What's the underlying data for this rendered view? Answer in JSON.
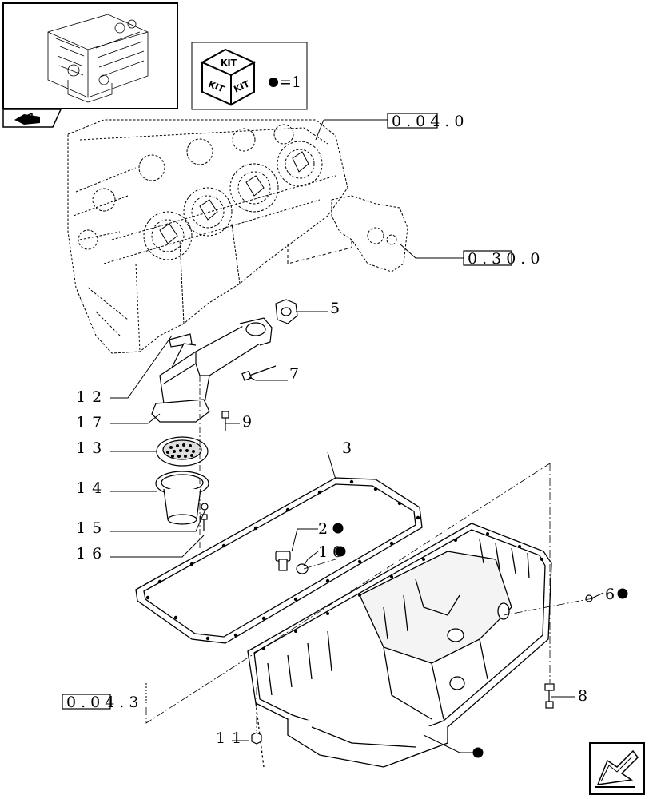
{
  "kit_legend": {
    "kit_word": "KIT",
    "equals_text": "=1"
  },
  "references": {
    "ref_top": "0.04.0",
    "ref_right": "0.30.0",
    "ref_bottom_left": "0.04.3"
  },
  "callouts": {
    "c2": "2",
    "c3": "3",
    "c5": "5",
    "c6": "6",
    "c7": "7",
    "c8": "8",
    "c9": "9",
    "c10": "10",
    "c11": "11",
    "c12": "12",
    "c13": "13",
    "c14": "14",
    "c15": "15",
    "c16": "16",
    "c17": "17"
  },
  "icons": {
    "thumbnail": "engine-thumbnail",
    "back": "back-arrow-icon",
    "next": "next-page-arrow-icon",
    "kit": "kit-cube-icon",
    "bullet": "kit-bullet-dot"
  },
  "colors": {
    "line": "#000000",
    "background": "#ffffff"
  }
}
